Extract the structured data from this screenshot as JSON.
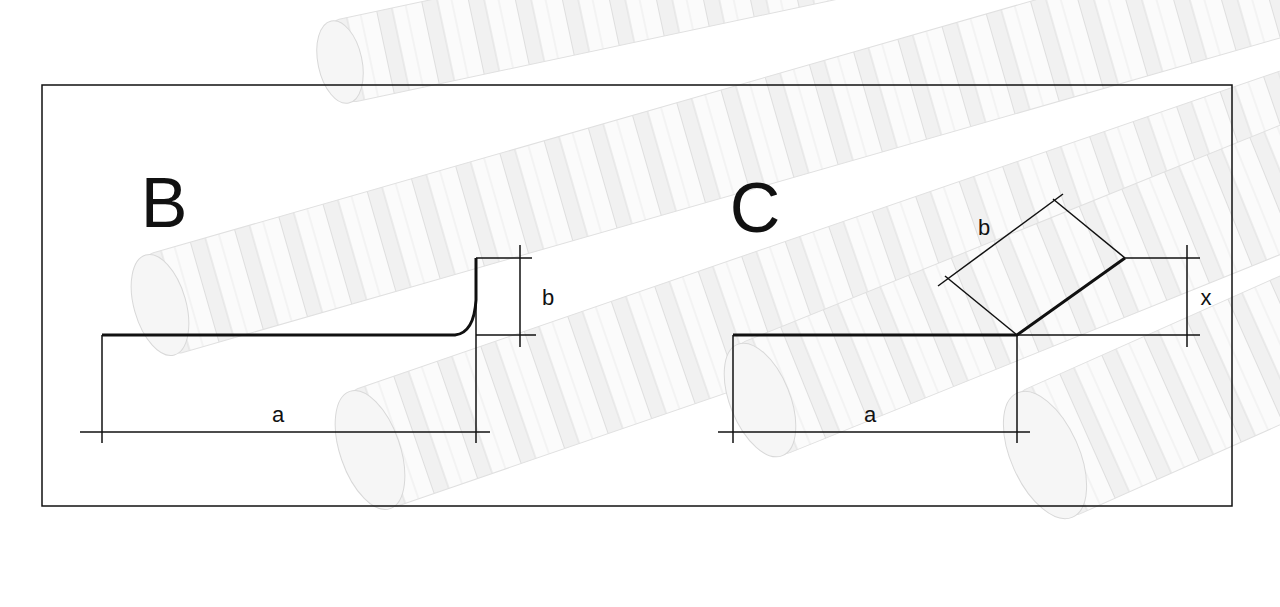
{
  "diagram": {
    "labels": [
      "B",
      "b",
      "a",
      "C",
      "b",
      "x",
      "a"
    ]
  }
}
